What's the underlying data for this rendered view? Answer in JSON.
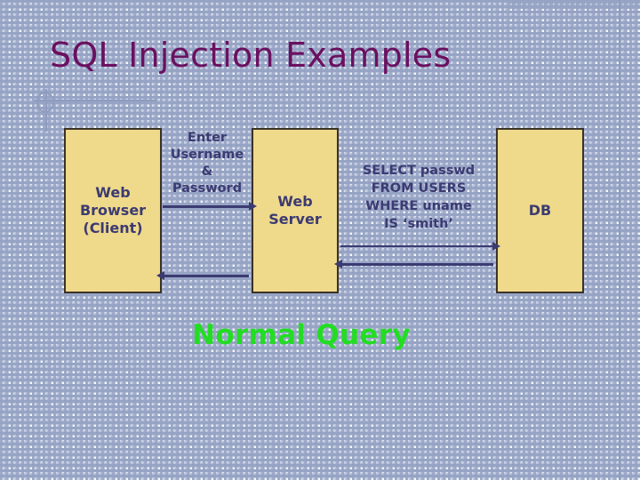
{
  "slide": {
    "title": "SQL Injection Examples",
    "caption": "Normal Query",
    "colors": {
      "title": "#6B1060",
      "box_fill": "#EFD98B",
      "box_border": "#3A3226",
      "text_navy": "#3B3B72",
      "caption_green": "#22DD22",
      "grid_line": "#8F9CC0"
    }
  },
  "diagram": {
    "nodes": [
      {
        "id": "browser",
        "lines": [
          "Web",
          "Browser",
          "(Client)"
        ]
      },
      {
        "id": "server",
        "lines": [
          "Web",
          "Server"
        ]
      },
      {
        "id": "db",
        "lines": [
          "DB"
        ]
      }
    ],
    "labels": [
      {
        "id": "credentials",
        "lines": [
          "Enter",
          "Username",
          "&",
          "Password"
        ]
      },
      {
        "id": "sql-query",
        "lines": [
          "SELECT passwd",
          "FROM USERS",
          "WHERE uname",
          "IS ‘smith’"
        ]
      }
    ],
    "arrows": [
      {
        "id": "browser-to-server",
        "direction": "right"
      },
      {
        "id": "server-to-browser",
        "direction": "left"
      },
      {
        "id": "server-to-db",
        "direction": "right"
      },
      {
        "id": "db-to-server",
        "direction": "left"
      }
    ]
  }
}
